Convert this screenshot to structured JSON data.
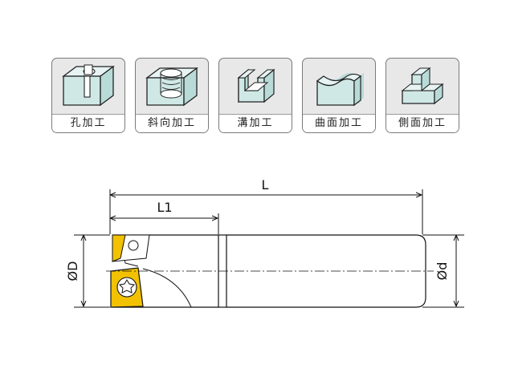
{
  "operations": [
    {
      "id": "hole",
      "label": "孔加工",
      "icon": "hole-machining-icon"
    },
    {
      "id": "ramp",
      "label": "斜向加工",
      "icon": "ramping-icon"
    },
    {
      "id": "slot",
      "label": "溝加工",
      "icon": "slotting-icon"
    },
    {
      "id": "contour",
      "label": "曲面加工",
      "icon": "contouring-icon"
    },
    {
      "id": "shoulder",
      "label": "側面加工",
      "icon": "shoulder-milling-icon"
    }
  ],
  "dimensions": {
    "overall_length": "L",
    "head_length": "L1",
    "cutting_diameter": "ØD",
    "shank_diameter": "Ød"
  },
  "colors": {
    "block_face": "#cfe8e6",
    "block_top": "#e6f3f2",
    "insert": "#f2c200",
    "card_bg": "#e8e8e8"
  }
}
